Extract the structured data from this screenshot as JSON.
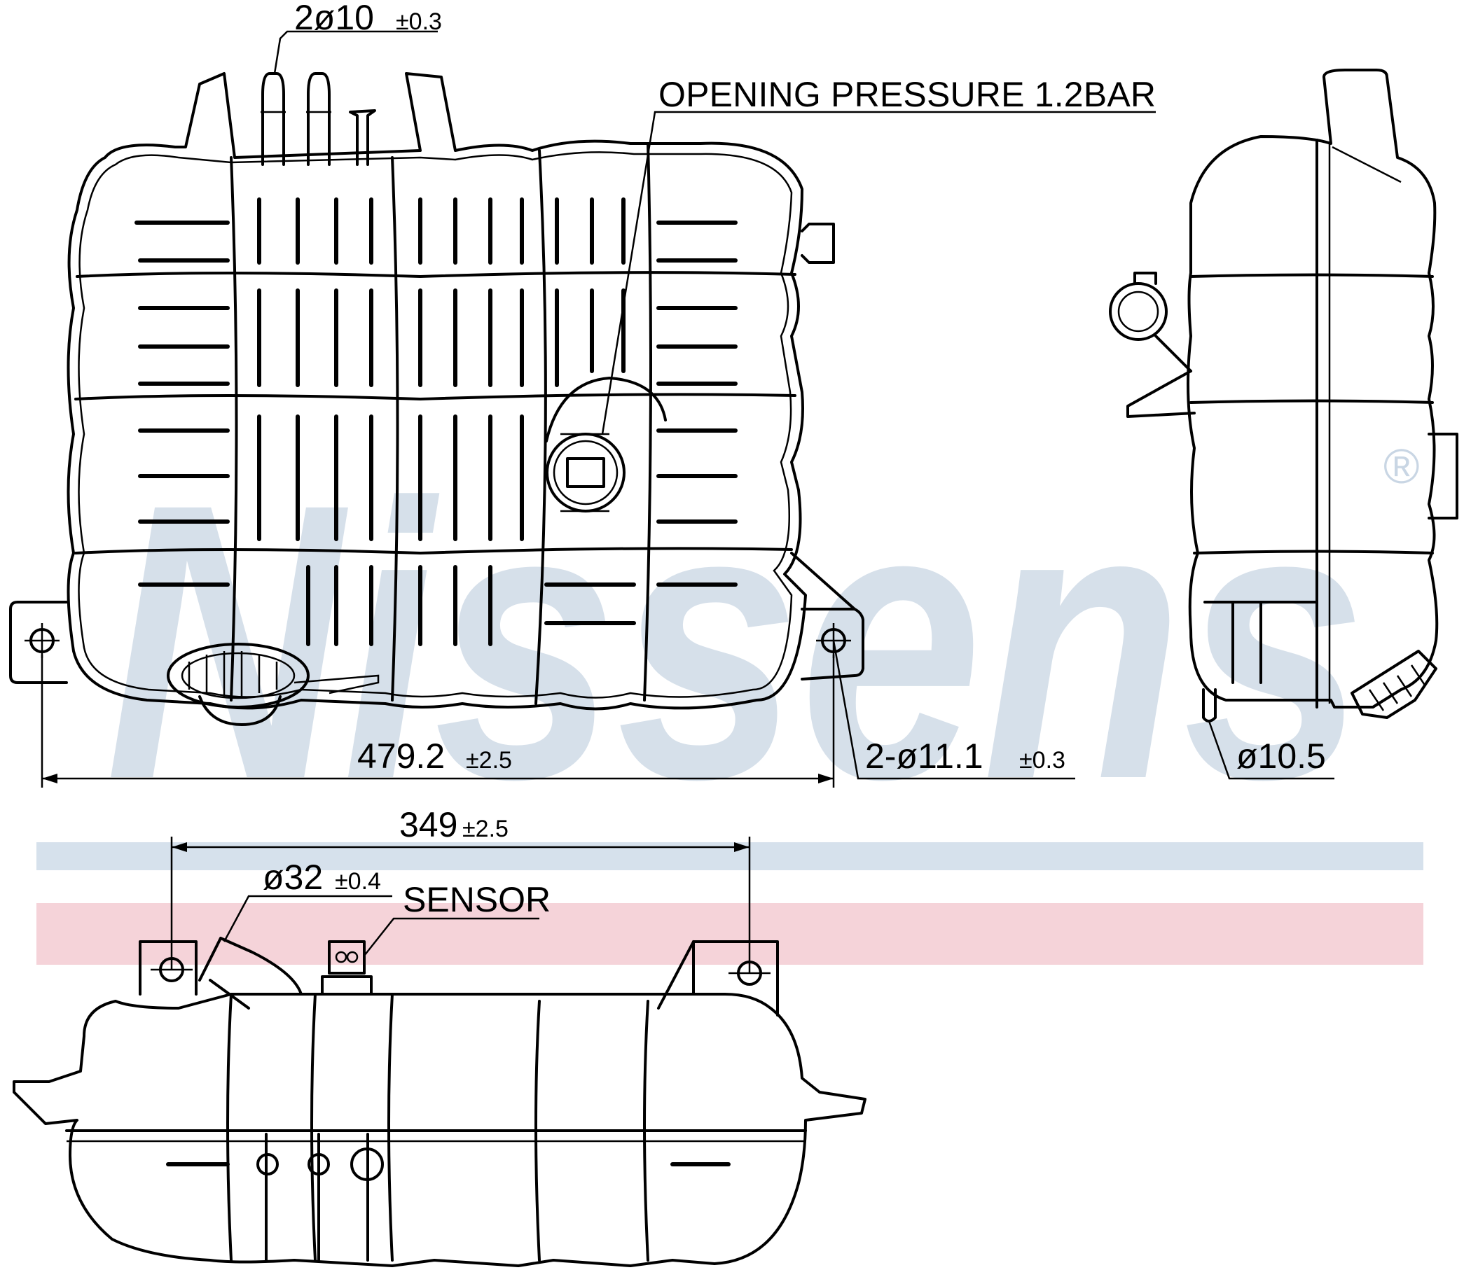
{
  "watermark": {
    "brand": "Nissens",
    "registered_mark": "®",
    "colors": {
      "blue": "#b7c9dc",
      "red": "#f2c0c8"
    }
  },
  "dimensions": {
    "top_pipe_diameter": {
      "value": "2ø10",
      "tolerance": "±0.3"
    },
    "opening_pressure": "OPENING PRESSURE 1.2BAR",
    "mount_spacing_front": {
      "value": "479.2",
      "tolerance": "±2.5"
    },
    "mount_hole_diameter": {
      "value": "2-ø11.1",
      "tolerance": "±0.3"
    },
    "side_pipe_diameter": {
      "value": "ø10.5"
    },
    "mount_spacing_bottom": {
      "value": "349",
      "tolerance": "±2.5"
    },
    "neck_diameter": {
      "value": "ø32",
      "tolerance": "±0.4"
    },
    "sensor_label": "SENSOR"
  }
}
